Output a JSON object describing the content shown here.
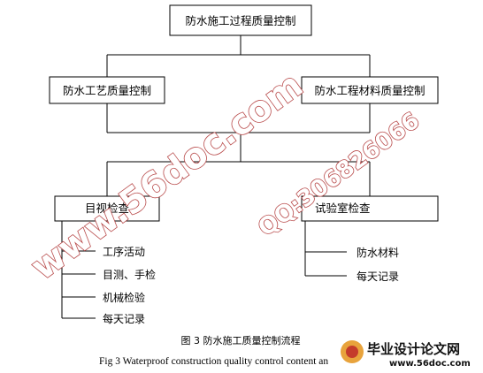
{
  "diagram": {
    "root": "防水施工过程质量控制",
    "level2_left": "防水工艺质量控制",
    "level2_right": "防水工程材料质量控制",
    "level3_left": "目视检查",
    "level3_right": "试验室检查",
    "left_items": [
      "工序活动",
      "目测、手检",
      "机械检验",
      "每天记录"
    ],
    "right_items": [
      "防水材料",
      "每天记录"
    ]
  },
  "caption": {
    "chinese": "图 3  防水施工质量控制流程",
    "english": "Fig 3 Waterproof construction quality control content an"
  },
  "watermark": {
    "site": "www.56doc.com",
    "qq": "QQ:306826066"
  },
  "logo": {
    "title": "毕业设计论文网",
    "url": "www.56doc.com"
  }
}
